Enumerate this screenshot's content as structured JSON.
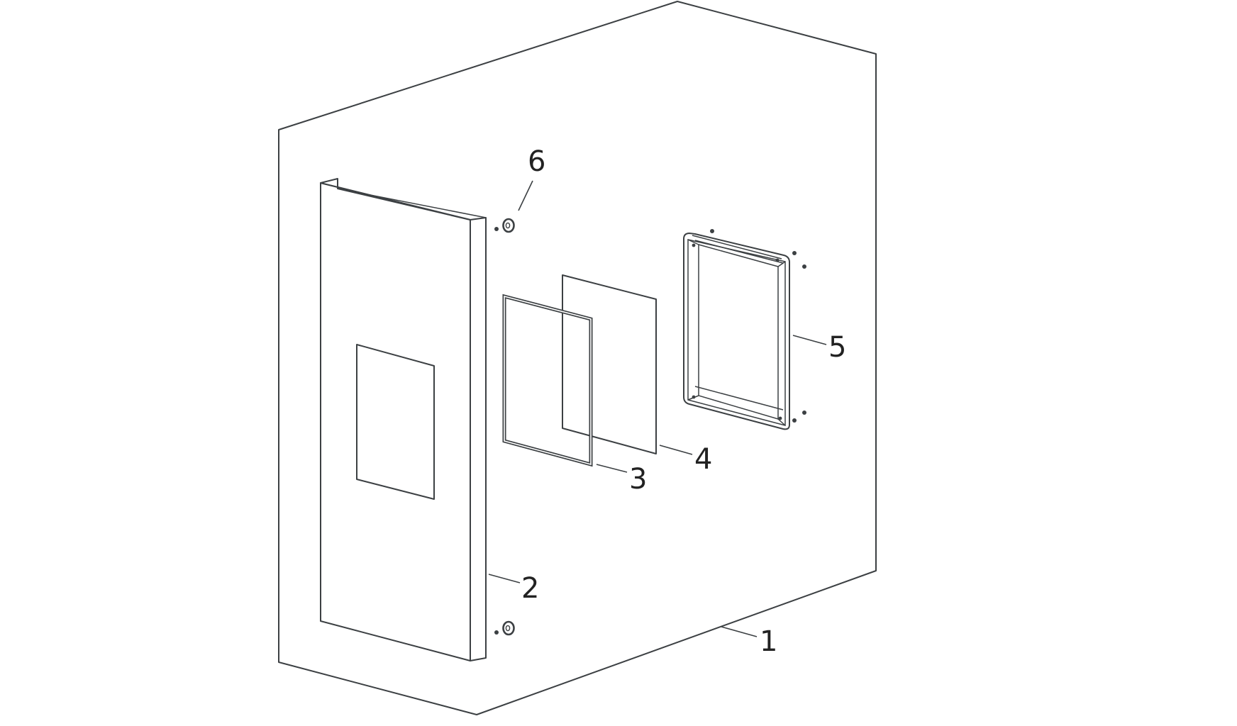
{
  "callouts": {
    "wall": "1",
    "door_panel": "2",
    "gasket_frame": "3",
    "glass_pane": "4",
    "window_frame": "5",
    "screw": "6"
  },
  "colors": {
    "line": "#3c4043",
    "background": "#ffffff"
  }
}
